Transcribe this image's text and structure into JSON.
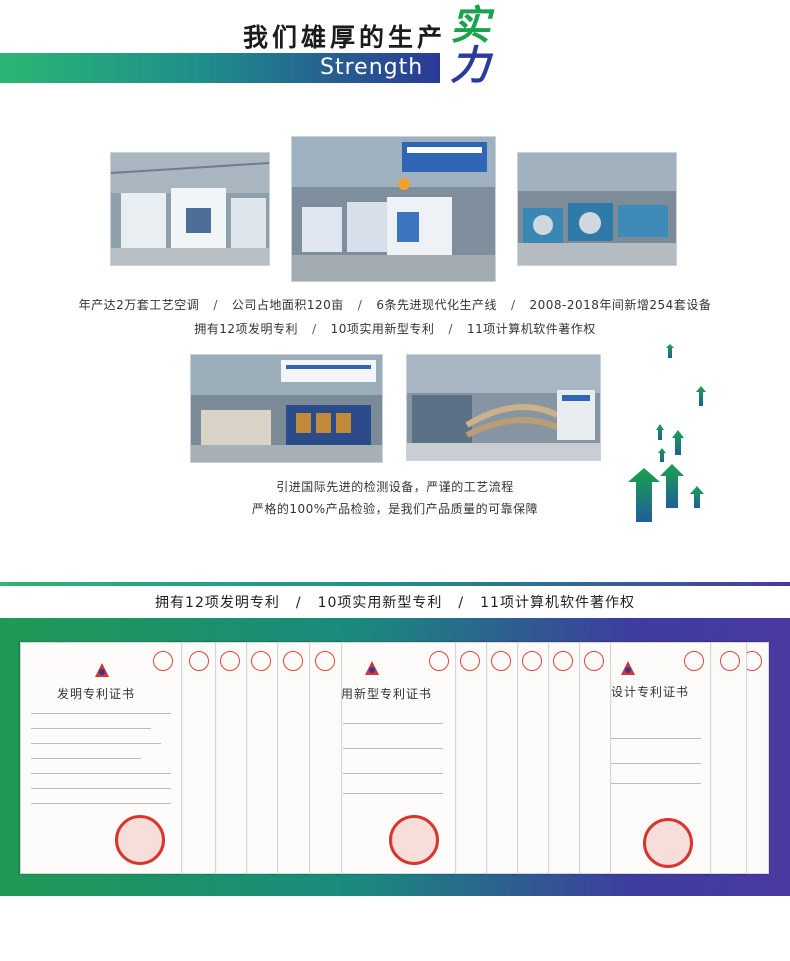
{
  "header": {
    "title": "我们雄厚的生产",
    "subtitle": "Strength",
    "big_char_1": "实",
    "big_char_2": "力"
  },
  "stats_line_1": [
    "年产达2万套工艺空调",
    "公司占地面积120亩",
    "6条先进现代化生产线",
    "2008-2018年间新增254套设备"
  ],
  "stats_line_2": [
    "拥有12项发明专利",
    "10项实用新型专利",
    "11项计算机软件著作权"
  ],
  "separator": "/",
  "description": [
    "引进国际先进的检测设备，严谨的工艺流程",
    "严格的100%产品检验，是我们产品质量的可靠保障"
  ],
  "patent_band": [
    "拥有12项发明专利",
    "10项实用新型专利",
    "11项计算机软件著作权"
  ],
  "certificates": {
    "invention_title": "发明专利证书",
    "utility_title": "用新型专利证书",
    "design_title": "设计专利证书"
  },
  "colors": {
    "green": "#1aa24d",
    "blue": "#2c3a9b",
    "teal": "#1f8f8a"
  }
}
